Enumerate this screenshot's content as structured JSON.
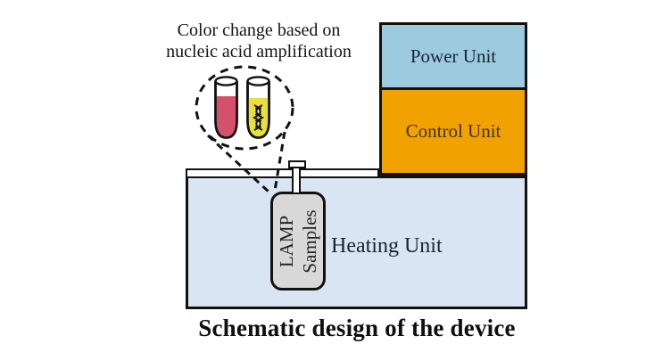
{
  "annotation": {
    "line1": "Color change based on",
    "line2": "nucleic acid amplification"
  },
  "units": {
    "power": {
      "label": "Power Unit",
      "fill": "#9ccadf",
      "text_color": "#1a2433"
    },
    "control": {
      "label": "Control Unit",
      "fill": "#f0a300",
      "text_color": "#46300a"
    },
    "heating": {
      "label": "Heating Unit",
      "fill": "#d9e5f2",
      "text_color": "#1b2233"
    }
  },
  "sample": {
    "line1": "LAMP",
    "line2": "Samples",
    "fill": "#d8d8d8",
    "text_color": "#222222"
  },
  "tubes": {
    "negative_color": "#d5516b",
    "positive_color": "#e9e03e",
    "icons": [
      "test-tube-negative",
      "test-tube-positive",
      "dna-helix"
    ]
  },
  "caption": "Schematic design of the device",
  "colors": {
    "outline": "#111111",
    "background": "#ffffff",
    "caption_text": "#0f0f0f"
  }
}
